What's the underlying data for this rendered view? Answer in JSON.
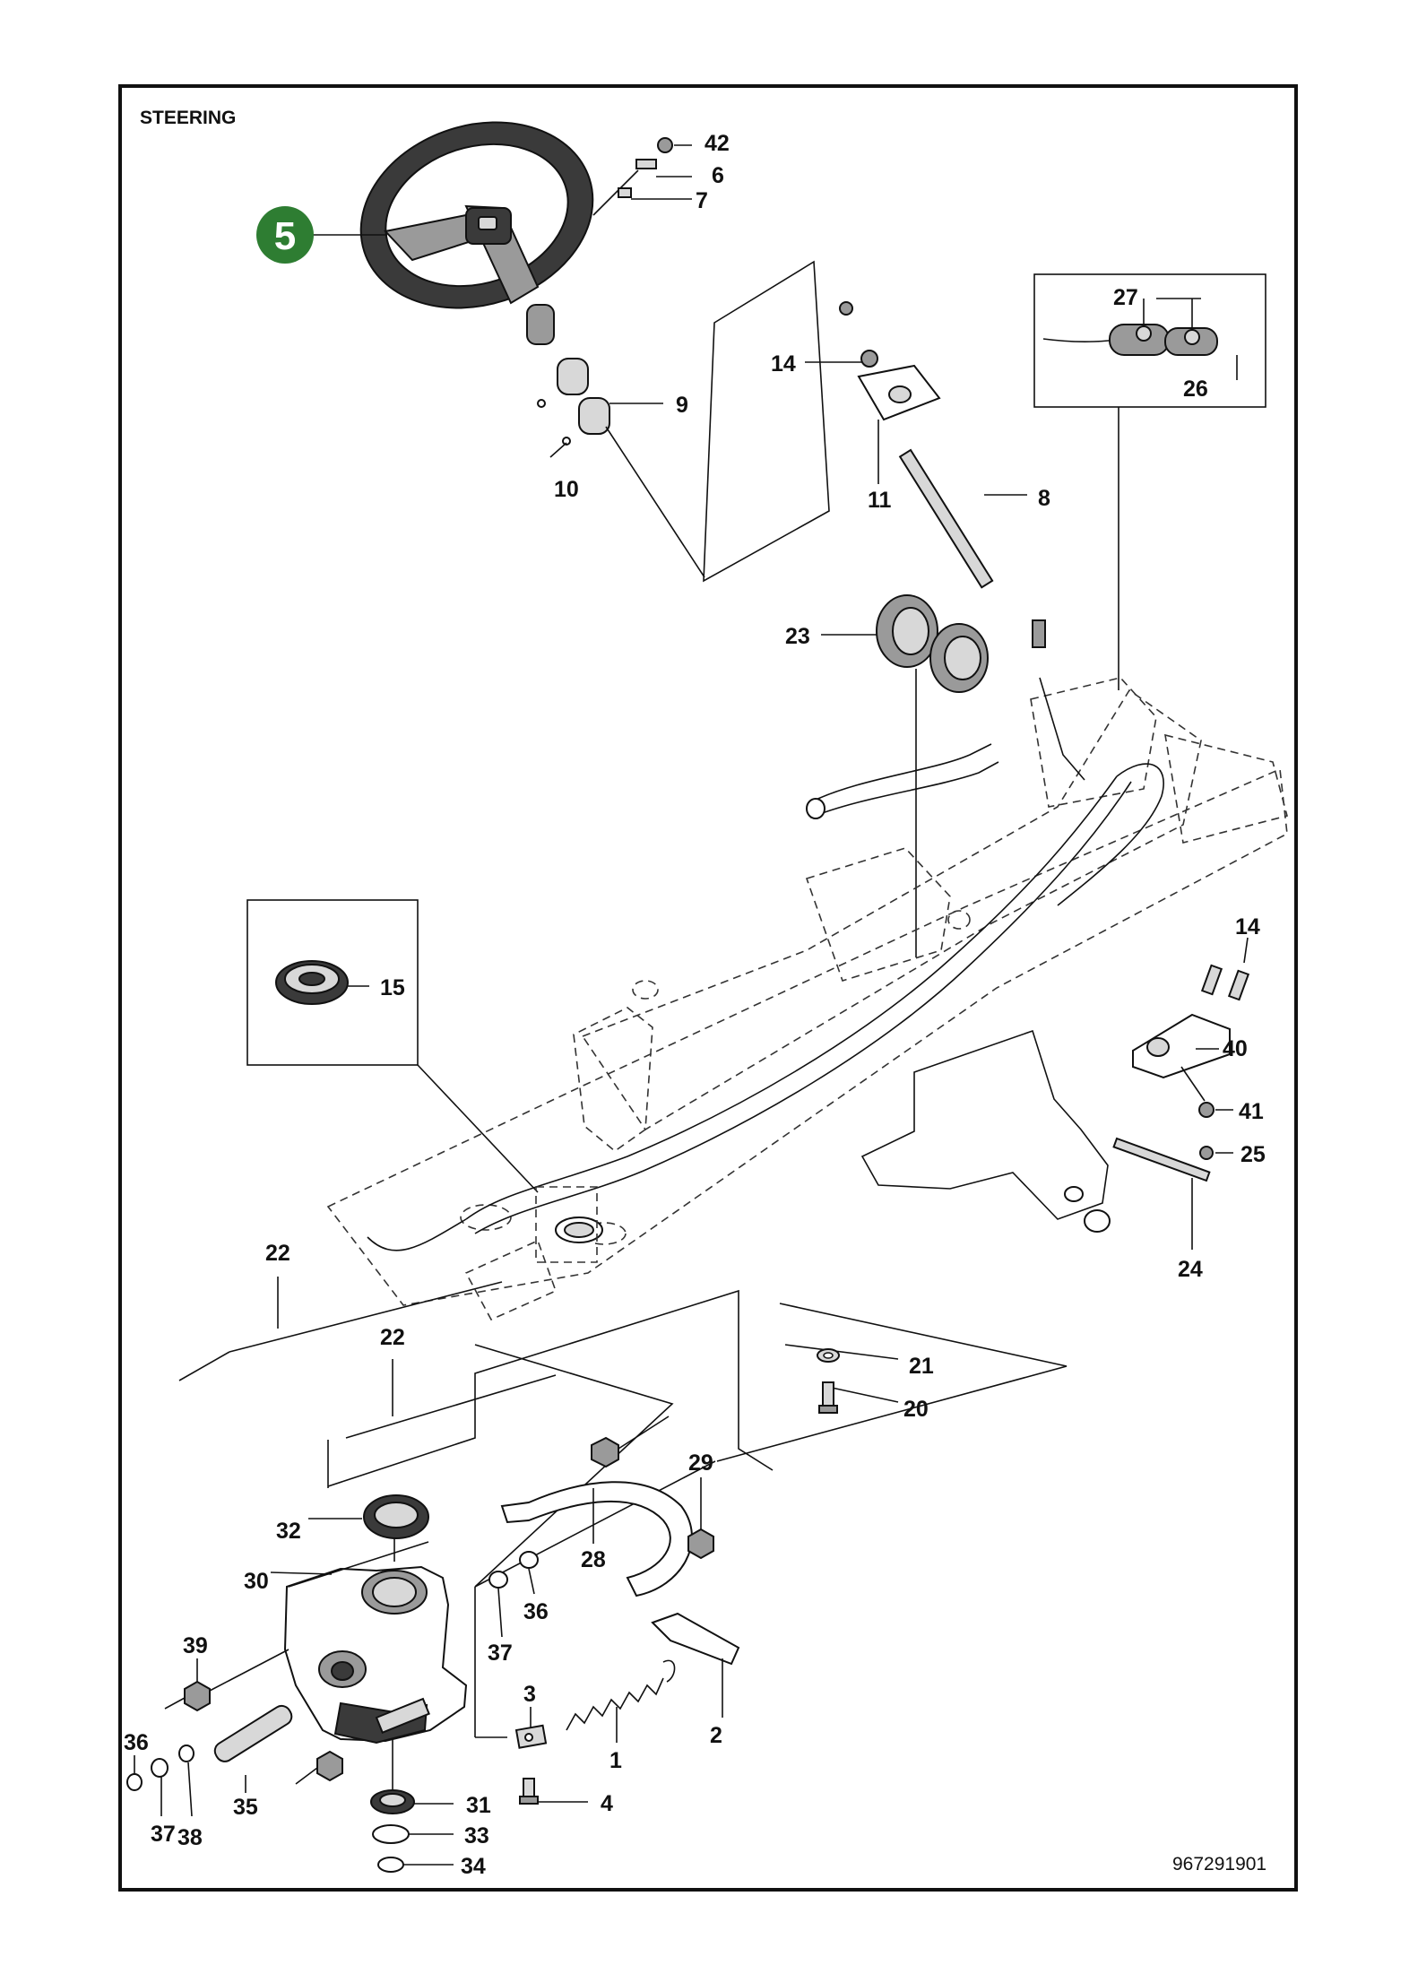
{
  "title": "STEERING",
  "part_number": "967291901",
  "highlight": {
    "label": "5",
    "color": "#2e7d32"
  },
  "callouts": [
    "1",
    "2",
    "3",
    "4",
    "6",
    "7",
    "8",
    "9",
    "10",
    "11",
    "14",
    "14",
    "15",
    "20",
    "21",
    "22",
    "22",
    "23",
    "24",
    "25",
    "26",
    "27",
    "28",
    "29",
    "30",
    "31",
    "32",
    "33",
    "34",
    "35",
    "36",
    "36",
    "37",
    "37",
    "38",
    "39",
    "40",
    "41",
    "42"
  ]
}
